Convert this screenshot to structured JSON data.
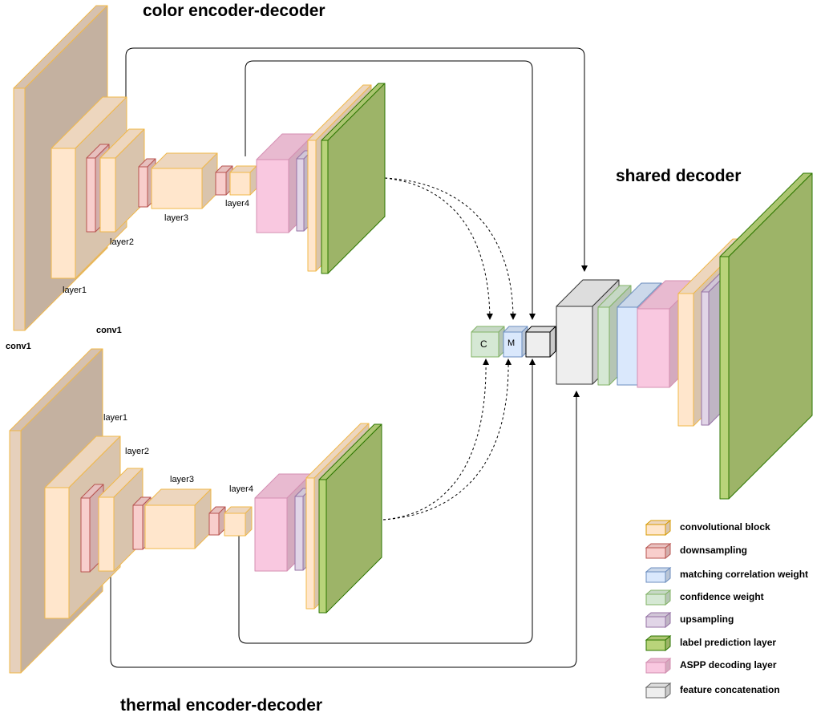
{
  "titles": {
    "color": "color encoder-decoder",
    "thermal": "thermal encoder-decoder",
    "shared": "shared decoder"
  },
  "labels": {
    "color_conv1": "conv1",
    "color_layer1": "layer1",
    "color_layer2": "layer2",
    "color_layer3": "layer3",
    "color_layer4": "layer4",
    "thermal_conv1": "conv1",
    "thermal_layer1": "layer1",
    "thermal_layer2": "layer2",
    "thermal_layer3": "layer3",
    "thermal_layer4": "layer4",
    "c_block": "C",
    "m_block": "M"
  },
  "legend": [
    {
      "label": "convolutional block",
      "color": "#ffe6cc",
      "stroke": "#d79b00"
    },
    {
      "label": "downsampling",
      "color": "#f8cecc",
      "stroke": "#b85450"
    },
    {
      "label": "matching correlation weight",
      "color": "#dae8fc",
      "stroke": "#6c8ebf"
    },
    {
      "label": "confidence weight",
      "color": "#d5e8d4",
      "stroke": "#82b366"
    },
    {
      "label": "upsampling",
      "color": "#e1d5e7",
      "stroke": "#9673a6"
    },
    {
      "label": "label prediction layer",
      "color": "#b9d47a",
      "stroke": "#2d7600"
    },
    {
      "label": "ASPP decoding layer",
      "color": "#f9c8e0",
      "stroke": "#d48fb2"
    },
    {
      "label": "feature concatenation",
      "color": "#eeeeee",
      "stroke": "#666666"
    }
  ],
  "colors": {
    "conv1_fill": "#e6d0bc",
    "conv_stroke": "#f0b84a",
    "conv_fill": "#ffe6cc",
    "down_fill": "#f8cecc",
    "down_stroke": "#b85450",
    "match_fill": "#dae8fc",
    "conf_fill": "#d5e8d4",
    "up_fill": "#e1d5e7",
    "label_fill": "#b9d47a",
    "aspp_fill": "#f9c8e0",
    "concat_fill": "#eeeeee"
  }
}
